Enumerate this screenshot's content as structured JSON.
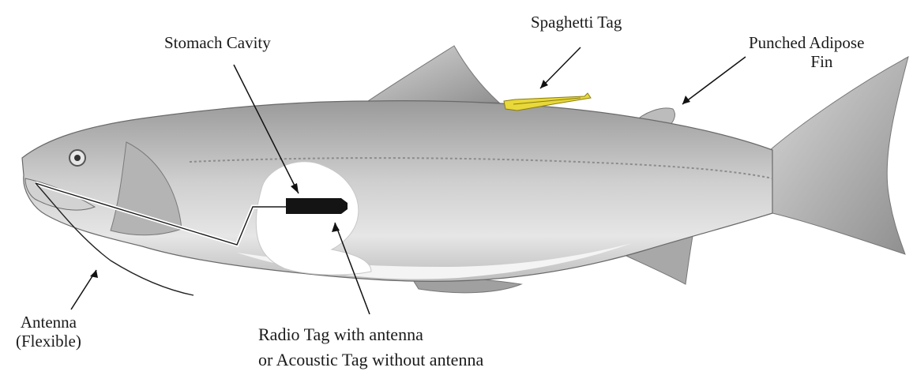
{
  "labels": {
    "stomach_cavity": "Stomach Cavity",
    "spaghetti_tag": "Spaghetti Tag",
    "adipose_line1": "Punched Adipose",
    "adipose_line2": "Fin",
    "antenna_line1": "Antenna",
    "antenna_line2": "(Flexible)",
    "radio_line1": "Radio Tag with antenna",
    "radio_line2": "or Acoustic Tag without antenna"
  },
  "colors": {
    "fish_body": "#c8c8c8",
    "fish_dark": "#8a8a8a",
    "belly": "#f2f2f2",
    "spaghetti_tag": "#e8d83a",
    "tag_body": "#141414",
    "line": "#111111"
  }
}
